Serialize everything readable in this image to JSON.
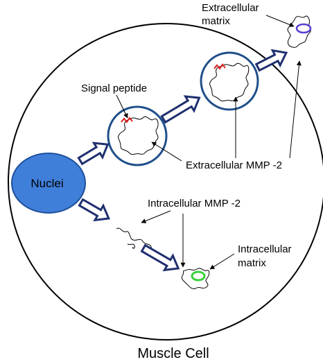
{
  "labels": {
    "cell": "Muscle Cell",
    "nuclei": "Nuclei",
    "signal_peptide": "Signal peptide",
    "extracellular_mmp": "Extracellular MMP -2",
    "intracellular_mmp": "Intracellular MMP -2",
    "extracellular_matrix_line1": "Extracellular",
    "extracellular_matrix_line2": "matrix",
    "intracellular_matrix_line1": "Intracellular",
    "intracellular_matrix_line2": "matrix"
  },
  "colors": {
    "nucleus_fill": "#3f7fd9",
    "nucleus_stroke": "#1f4f9a",
    "vesicle_stroke": "#1f4f8a",
    "arrow_stroke": "#1f2f6f",
    "signal_peptide": "#e02020",
    "extracellular_matrix_blob": "#5a3fd0",
    "intracellular_matrix_blob": "#3ad03a"
  }
}
